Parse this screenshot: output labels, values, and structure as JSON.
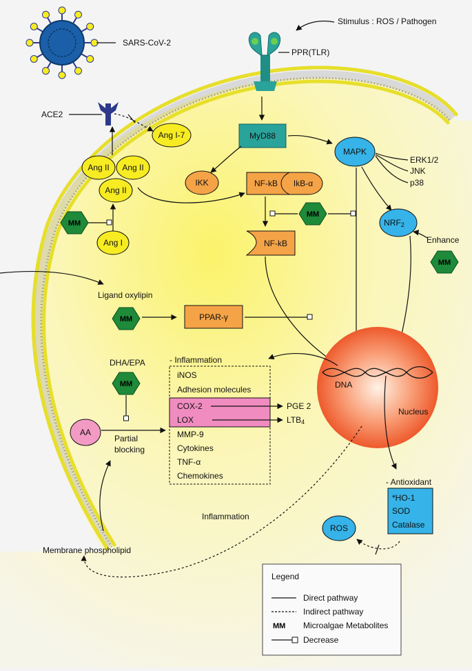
{
  "labels": {
    "stimulus": "Stimulus : ROS / Pathogen",
    "sars": "SARS-CoV-2",
    "ppr": "PPR(TLR)",
    "ace2": "ACE2",
    "ang17": "Ang I-7",
    "ang2": "Ang II",
    "ang1": "Ang I",
    "myd88": "MyD88",
    "mapk": "MAPK",
    "erk": "ERK1/2",
    "jnk": "JNK",
    "p38": "p38",
    "ikk": "IKK",
    "nfkb": "NF-kB",
    "ikba": "IkB-α",
    "nfkb2": "NF-kB",
    "nrf2": "NRF",
    "nrf2_sub": "2",
    "enhance": "Enhance",
    "ligand": "Ligand oxylipin",
    "ppar": "PPAR-γ",
    "dha": "DHA/EPA",
    "aa": "AA",
    "partial1": "Partial",
    "partial2": "blocking",
    "dna": "DNA",
    "nucleus": "Nucleus",
    "pge2": "PGE 2",
    "ltb4": "LTB",
    "ltb4_sub": "4",
    "inflammation_text": "Inflammation",
    "membrane": "Membrane phospholipid",
    "ros": "ROS",
    "mm": "MM"
  },
  "inflammation_box": {
    "title": "- Inflammation",
    "items": [
      "iNOS",
      "Adhesion molecules",
      "COX-2",
      "LOX",
      "MMP-9",
      "Cytokines",
      "TNF-α",
      "Chemokines"
    ]
  },
  "antioxidant": {
    "title": "- Antioxidant",
    "items": [
      "*HO-1",
      "SOD",
      "Catalase"
    ]
  },
  "legend": {
    "title": "Legend",
    "direct": "Direct pathway",
    "indirect": "Indirect pathway",
    "mm_key": "MM",
    "mm_desc": "Microalgae Metabolites",
    "decrease": "Decrease"
  },
  "colors": {
    "yellow_node": "#f7ec22",
    "orange_node": "#f5a347",
    "teal_node": "#2aa39a",
    "blue_node": "#36b3e8",
    "green_hex": "#1e8a3a",
    "pink_box": "#f08cc0",
    "pink_aa": "#f39ac4",
    "nucleus": "#f26a3a",
    "membrane_head": "#e7df2a"
  }
}
